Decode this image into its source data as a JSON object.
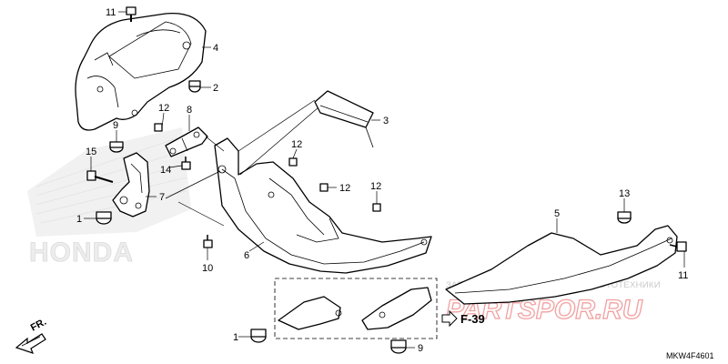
{
  "diagram": {
    "callouts": [
      {
        "id": "c11a",
        "text": "11"
      },
      {
        "id": "c4",
        "text": "4"
      },
      {
        "id": "c2",
        "text": "2"
      },
      {
        "id": "c12a",
        "text": "12"
      },
      {
        "id": "c8",
        "text": "8"
      },
      {
        "id": "c9a",
        "text": "9"
      },
      {
        "id": "c15",
        "text": "15"
      },
      {
        "id": "c14",
        "text": "14"
      },
      {
        "id": "c7",
        "text": "7"
      },
      {
        "id": "c1a",
        "text": "1"
      },
      {
        "id": "c3",
        "text": "3"
      },
      {
        "id": "c12b",
        "text": "12"
      },
      {
        "id": "c12c",
        "text": "12"
      },
      {
        "id": "c12d",
        "text": "12"
      },
      {
        "id": "c10",
        "text": "10"
      },
      {
        "id": "c6",
        "text": "6"
      },
      {
        "id": "c13",
        "text": "13"
      },
      {
        "id": "c5",
        "text": "5"
      },
      {
        "id": "c11b",
        "text": "11"
      },
      {
        "id": "c1b",
        "text": "1"
      },
      {
        "id": "c9b",
        "text": "9"
      }
    ],
    "reference": "F-39",
    "direction_label": "FR.",
    "diagram_code": "MKW4F4601"
  },
  "watermark": {
    "brand": "HONDA",
    "shop_text": "ЗАПЧАСТИ И АКСЕССУАРЫ ДЛЯ МОТОТЕХНИКИ",
    "shop_logo": "PARTSPOR.RU"
  }
}
